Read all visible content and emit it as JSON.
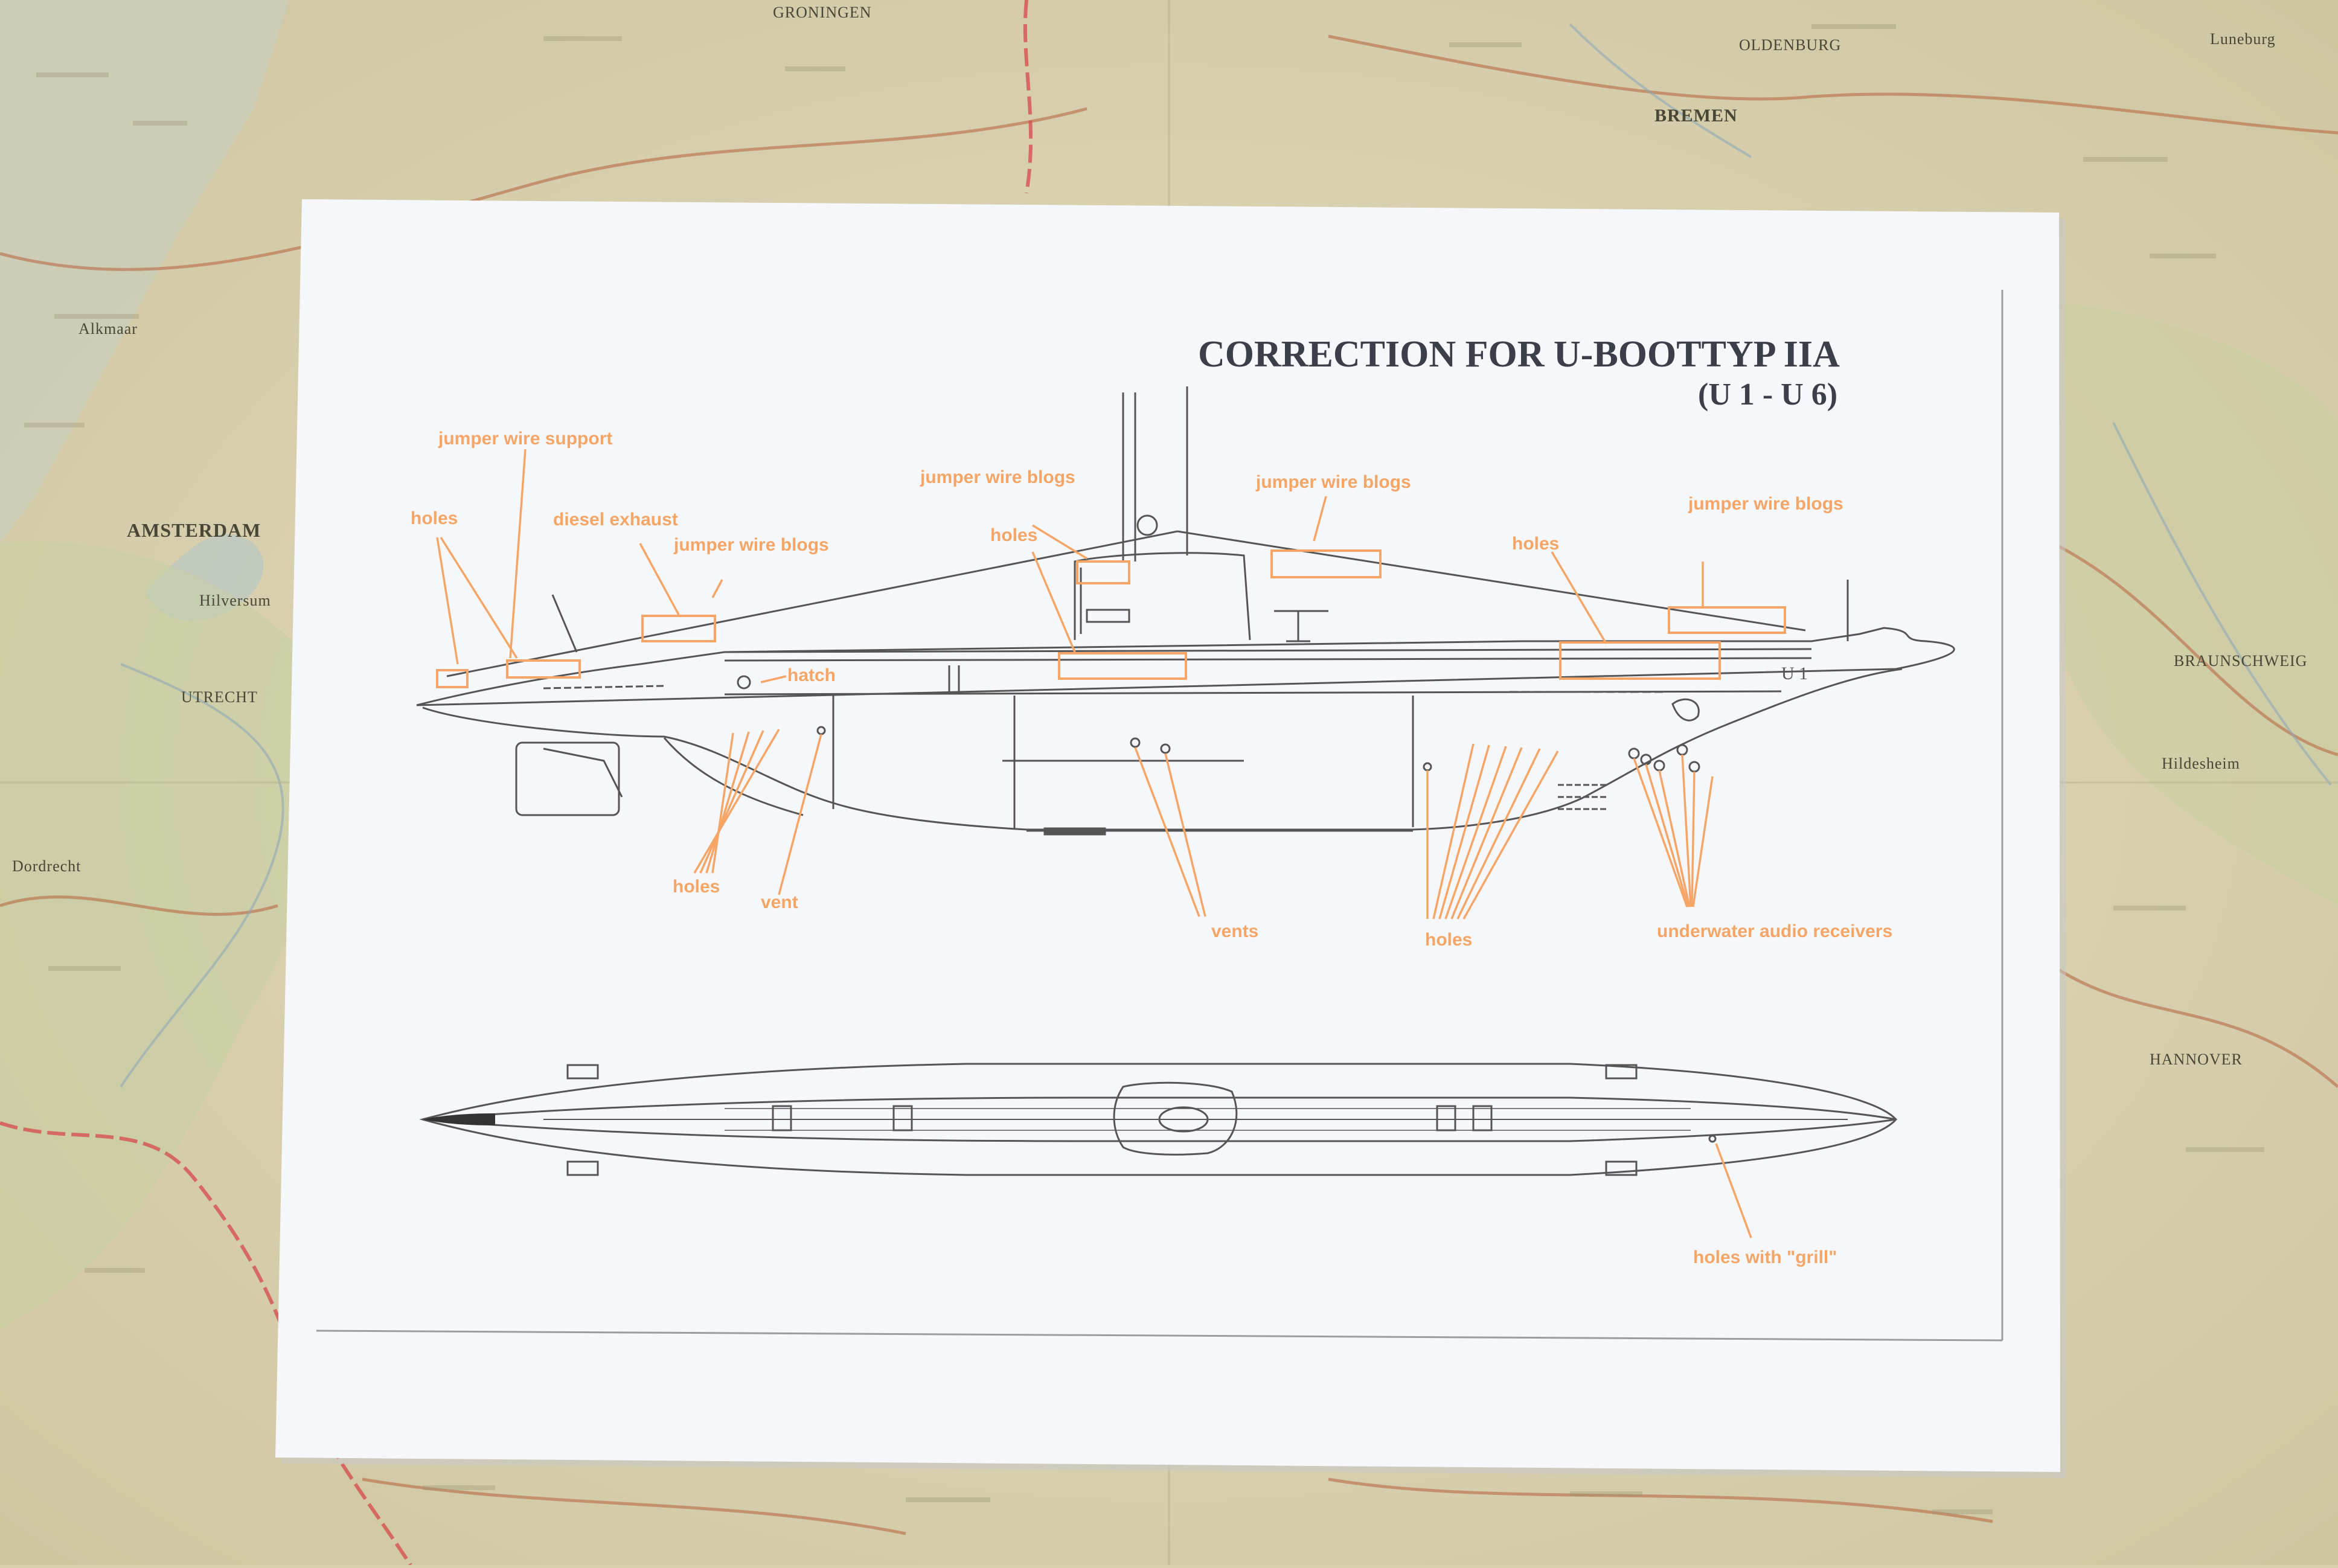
{
  "document": {
    "title": "CORRECTION FOR U-BOOTTYP IIA",
    "subtitle": "(U 1  -  U 6)",
    "hull_marking": "U 1"
  },
  "annotations": {
    "jumper_wire_support": "jumper wire support",
    "holes_bow": "holes",
    "diesel_exhaust": "diesel exhaust",
    "jumper_wire_blogs_stern": "jumper wire blogs",
    "jumper_wire_blogs_tower": "jumper wire blogs",
    "holes_tower": "holes",
    "jumper_wire_blogs_mast": "jumper wire blogs",
    "holes_fore_deck": "holes",
    "jumper_wire_blogs_bow": "jumper wire blogs",
    "hatch": "hatch",
    "holes_stern_keel": "holes",
    "vent": "vent",
    "vents": "vents",
    "holes_fore_keel": "holes",
    "underwater_audio_receivers": "underwater audio receivers",
    "holes_with_grill": "holes with \"grill\""
  },
  "map_labels": {
    "amsterdam": "AMSTERDAM",
    "bremen": "BREMEN",
    "groningen": "GRONINGEN",
    "oldenburg": "OLDENBURG",
    "utrecht": "UTRECHT",
    "hannover": "HANNOVER",
    "braunschweig": "BRAUNSCHWEIG",
    "hildesheim": "Hildesheim",
    "dordrecht": "Dordrecht",
    "alkmaar": "Alkmaar",
    "hilversum": "Hilversum",
    "luneburg": "Luneburg"
  },
  "colors": {
    "annotation": "#f5a566",
    "line_art": "#555555",
    "paper": "#f6f7fb",
    "map_background": "#d8cfae"
  }
}
